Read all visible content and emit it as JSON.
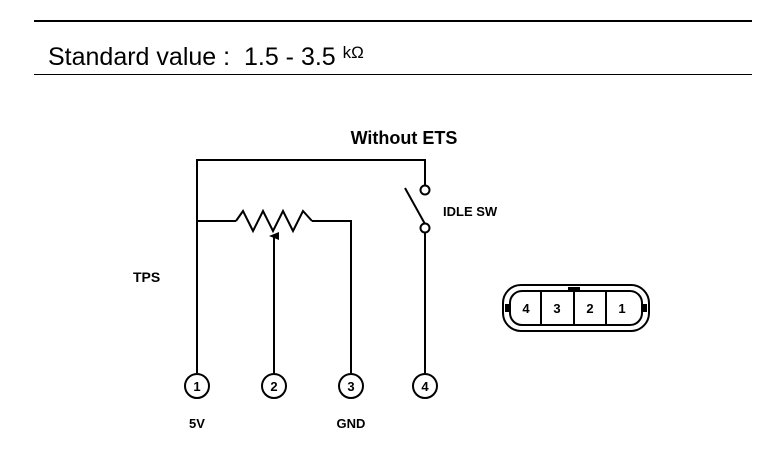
{
  "header": {
    "standard_label": "Standard value",
    "separator": " :  ",
    "value_range": "1.5 - 3.5",
    "unit": "kΩ"
  },
  "diagram": {
    "title": "Without ETS",
    "sensor_label": "TPS",
    "switch_label": "IDLE SW",
    "terminals": [
      {
        "number": "1",
        "label": "5V"
      },
      {
        "number": "2",
        "label": ""
      },
      {
        "number": "3",
        "label": "GND"
      },
      {
        "number": "4",
        "label": ""
      }
    ],
    "connector_pins": [
      "4",
      "3",
      "2",
      "1"
    ]
  }
}
